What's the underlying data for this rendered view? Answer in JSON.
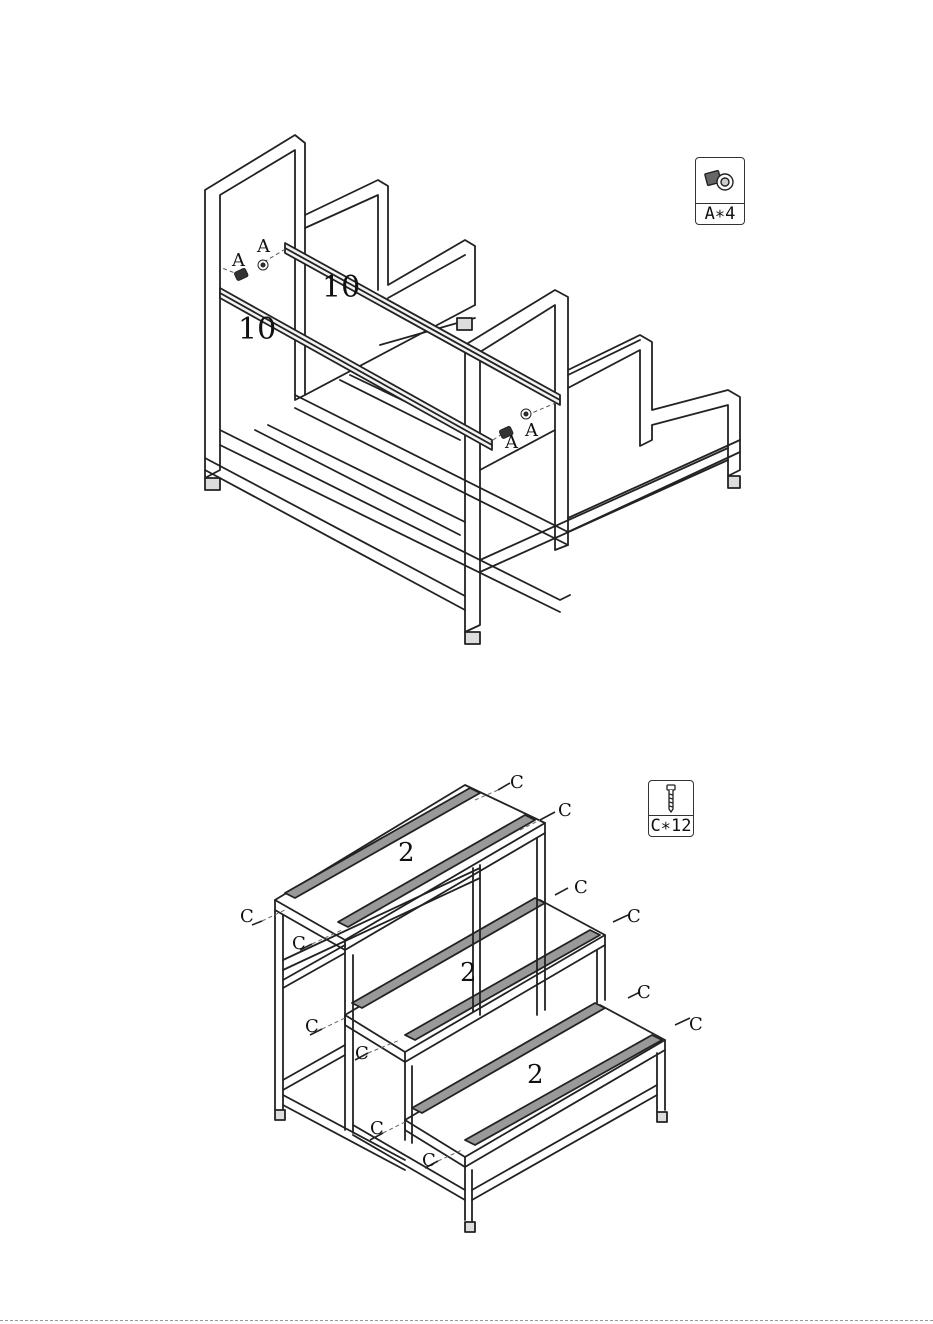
{
  "step1": {
    "hardware_label": "A∗4",
    "hardware_icon": "bolt-icon",
    "tube_callouts": [
      "10",
      "10"
    ],
    "screw_labels": [
      "A",
      "A",
      "A",
      "A"
    ]
  },
  "step2": {
    "hardware_label": "C∗12",
    "hardware_icon": "screw-icon",
    "board_labels": [
      "2",
      "2",
      "2"
    ],
    "screw_labels": [
      "C",
      "C",
      "C",
      "C",
      "C",
      "C",
      "C",
      "C",
      "C",
      "C",
      "C",
      "C"
    ]
  },
  "colors": {
    "line": "#222222",
    "background": "#ffffff"
  }
}
